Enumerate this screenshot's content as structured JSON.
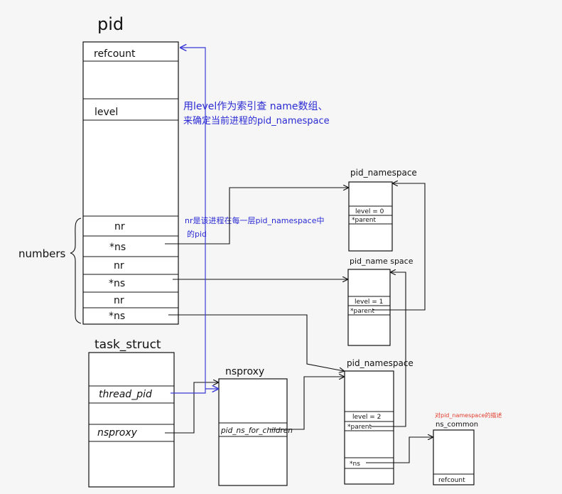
{
  "pid": {
    "title": "pid",
    "refcount": "refcount",
    "level": "level",
    "nr1": "nr",
    "ns1": "*ns",
    "nr2": "nr",
    "ns2": "*ns",
    "nr3": "nr",
    "ns3": "*ns"
  },
  "numbers_label": "numbers",
  "note_level": {
    "line1": "用level作为索引查 name数组、",
    "line2": "来确定当前进程的pid_namespace"
  },
  "note_nr": {
    "line1": "nr是该进程在每一层pid_namespace中",
    "line2": "的pid"
  },
  "pid_ns_0": {
    "title": "pid_namespace",
    "level": "level = 0",
    "parent": "*parent"
  },
  "pid_ns_1": {
    "title": "pid_name space",
    "level": "level = 1",
    "parent": "*parent"
  },
  "pid_ns_2": {
    "title": "pid_namespace",
    "level": "level = 2",
    "parent": "*parent",
    "ns": "*ns"
  },
  "task_struct": {
    "title": "task_struct",
    "thread_pid": "thread_pid",
    "nsproxy": "nsproxy"
  },
  "nsproxy": {
    "title": "nsproxy",
    "field": "pid_ns_for_children"
  },
  "ns_common": {
    "note": "对pid_namespace的描述",
    "title": "ns_common",
    "refcount": "refcount"
  },
  "colors": {
    "ink": "#111111",
    "blue_annotation": "#2a2ad4",
    "red_annotation": "#e0392a",
    "background": "#f6f6f6"
  }
}
